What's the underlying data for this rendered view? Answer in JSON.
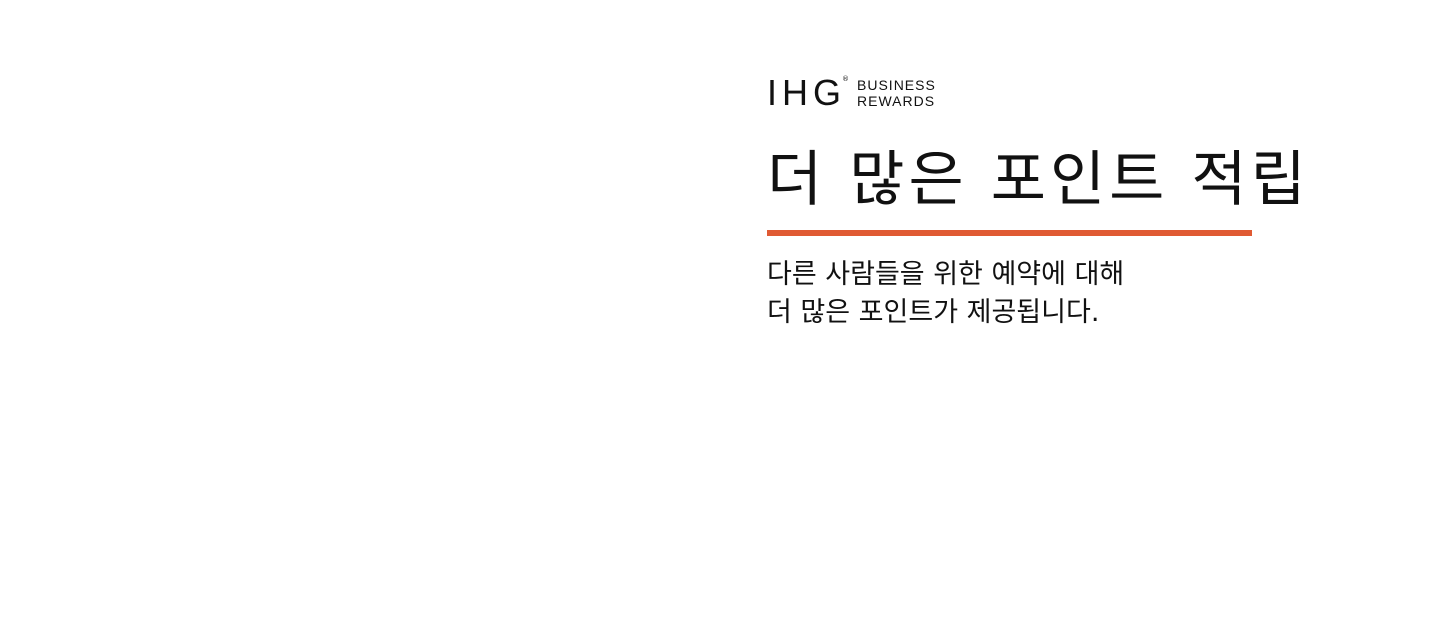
{
  "logo": {
    "mark": "IHG",
    "registered": "®",
    "line1": "BUSINESS",
    "line2": "REWARDS"
  },
  "headline": "더 많은 포인트 적립",
  "subtext": {
    "line1": "다른 사람들을 위한 예약에 대해",
    "line2": "더 많은 포인트가 제공됩니다."
  },
  "colors": {
    "accent": "#e05a33",
    "text": "#111111",
    "background": "#ffffff"
  }
}
